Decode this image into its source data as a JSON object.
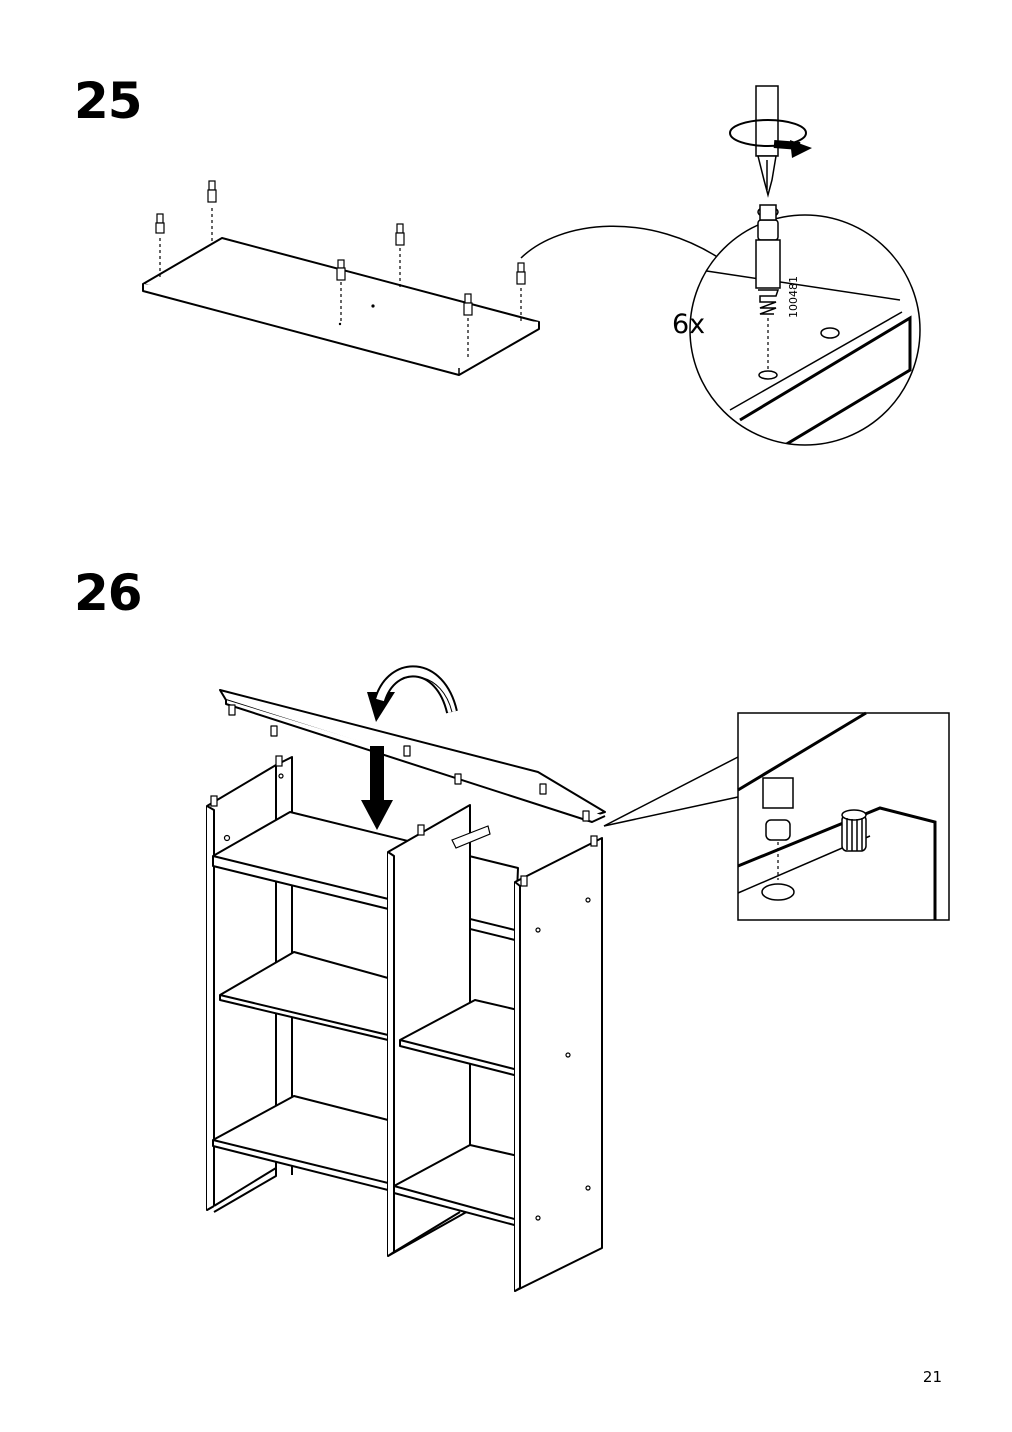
{
  "steps": [
    {
      "number": "25",
      "quantity": "6x",
      "part_number": "100481"
    },
    {
      "number": "26"
    }
  ],
  "page": {
    "number": "21"
  }
}
